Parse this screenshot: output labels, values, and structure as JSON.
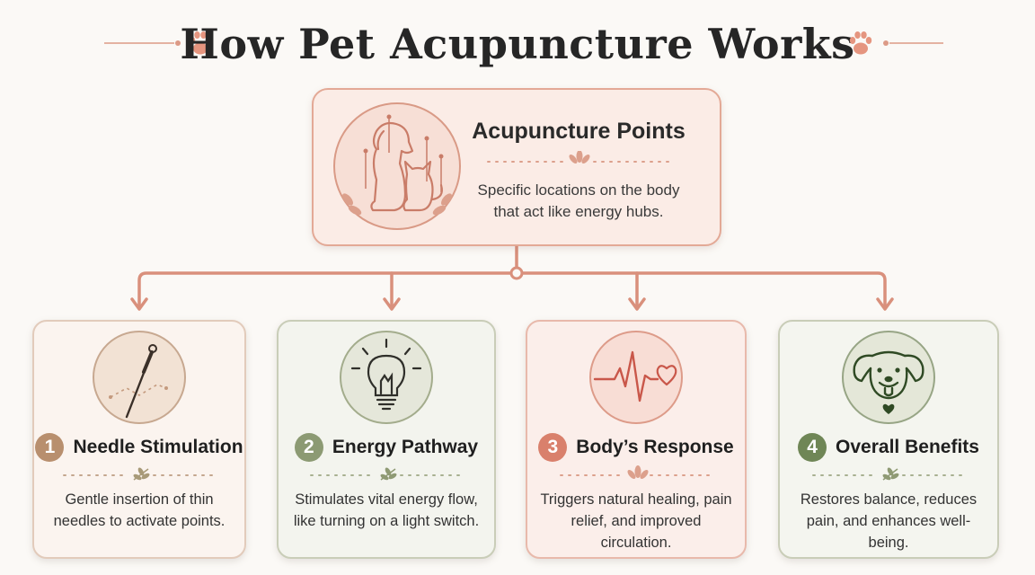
{
  "header": {
    "title": "How Pet Acupuncture Works"
  },
  "top_node": {
    "title": "Acupuncture Points",
    "description": "Specific locations on the body that act like energy hubs.",
    "icon": "pet-acupuncture-icon"
  },
  "steps": [
    {
      "number": "1",
      "title": "Needle Stimulation",
      "description": "Gentle insertion of thin needles to activate points.",
      "icon": "needle-icon",
      "accent": "#b88f6e"
    },
    {
      "number": "2",
      "title": "Energy Pathway",
      "description": "Stimulates vital energy flow, like turning on a light switch.",
      "icon": "lightbulb-icon",
      "accent": "#8c9a73"
    },
    {
      "number": "3",
      "title": "Body’s Response",
      "description": "Triggers natural healing, pain relief, and improved circulation.",
      "icon": "heartbeat-icon",
      "accent": "#d9806c"
    },
    {
      "number": "4",
      "title": "Overall Benefits",
      "description": "Restores balance, reduces pain, and enhances well-being.",
      "icon": "happy-dog-icon",
      "accent": "#6f8656"
    }
  ],
  "colors": {
    "connector": "#d9907c",
    "title": "#262626"
  }
}
